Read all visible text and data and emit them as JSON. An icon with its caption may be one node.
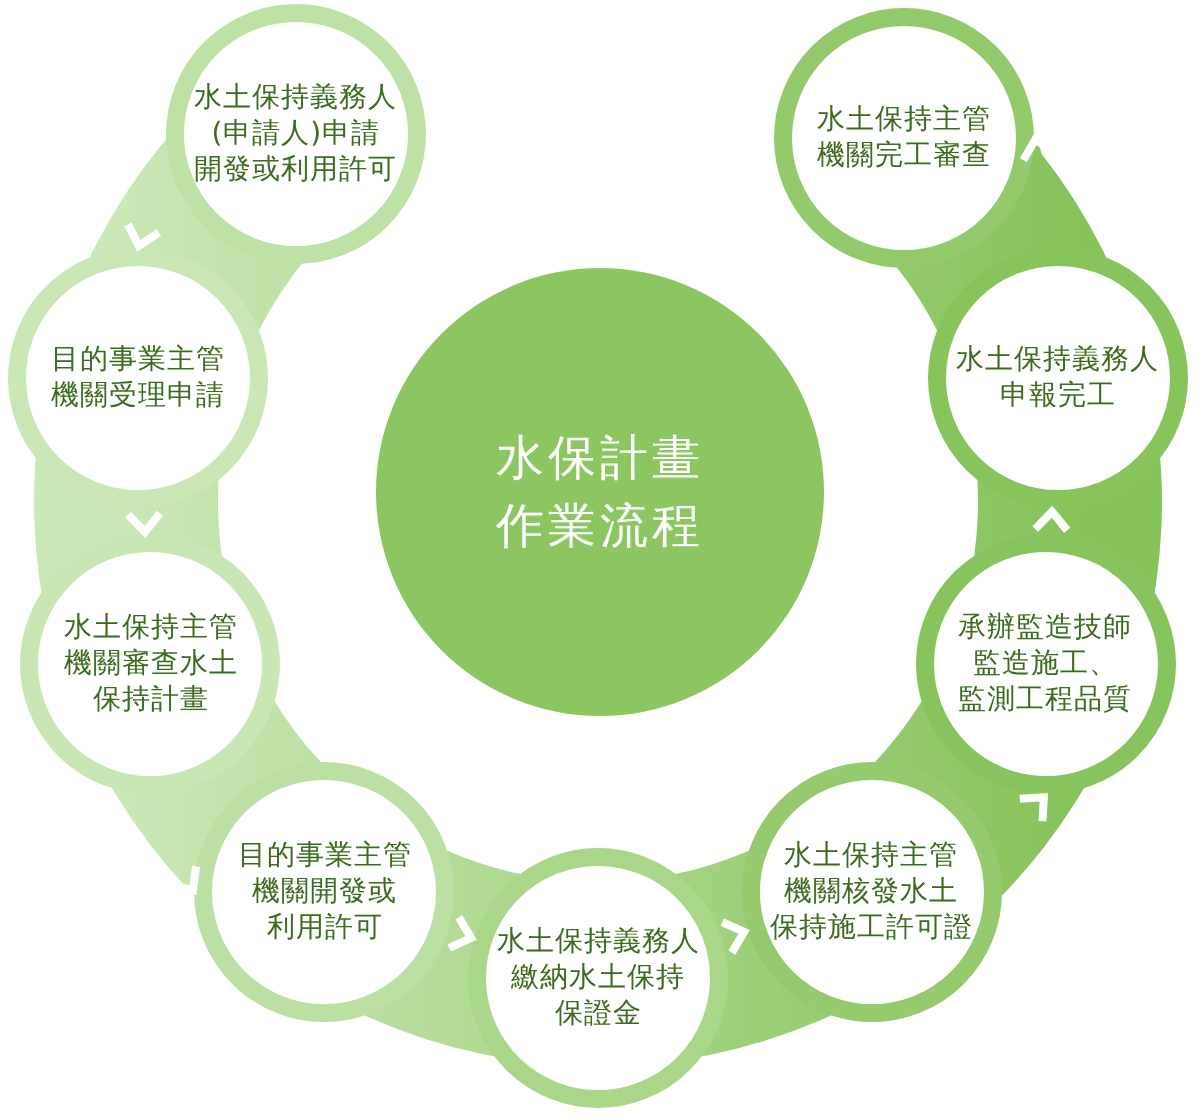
{
  "diagram": {
    "nodes": [
      {
        "text": [
          "水保計畫作業流程"
        ]
      },
      {
        "text": [
          "水土保持義務人(申請人)申請開發或利用許可"
        ]
      },
      {
        "text": [
          "目的事業主管機關受理申請"
        ]
      },
      {
        "text": [
          "水土保持主管機關審查水土保持計畫"
        ]
      },
      {
        "text": [
          "目的事業主管機關開發或利用許可"
        ]
      },
      {
        "text": [
          "水土保持義務人繳納水土保持保證金"
        ]
      },
      {
        "text": [
          "水土保持主管機關核發水土保持施工許可證"
        ]
      },
      {
        "text": [
          "承辦監造技師監造施工、監測工程品質"
        ]
      },
      {
        "text": [
          "水土保持義務人申報完工"
        ]
      },
      {
        "text": [
          "水土保持主管機關完工審查"
        ]
      }
    ],
    "edges": [
      {
        "from": 1,
        "to": 2,
        "arrow": "to"
      },
      {
        "from": 2,
        "to": 3,
        "arrow": "to"
      },
      {
        "from": 3,
        "to": 4,
        "arrow": "to"
      },
      {
        "from": 4,
        "to": 5,
        "arrow": "to"
      },
      {
        "from": 5,
        "to": 6,
        "arrow": "to"
      },
      {
        "from": 6,
        "to": 7,
        "arrow": "to"
      },
      {
        "from": 7,
        "to": 8,
        "arrow": "to"
      },
      {
        "from": 8,
        "to": 9,
        "arrow": "to"
      }
    ]
  }
}
